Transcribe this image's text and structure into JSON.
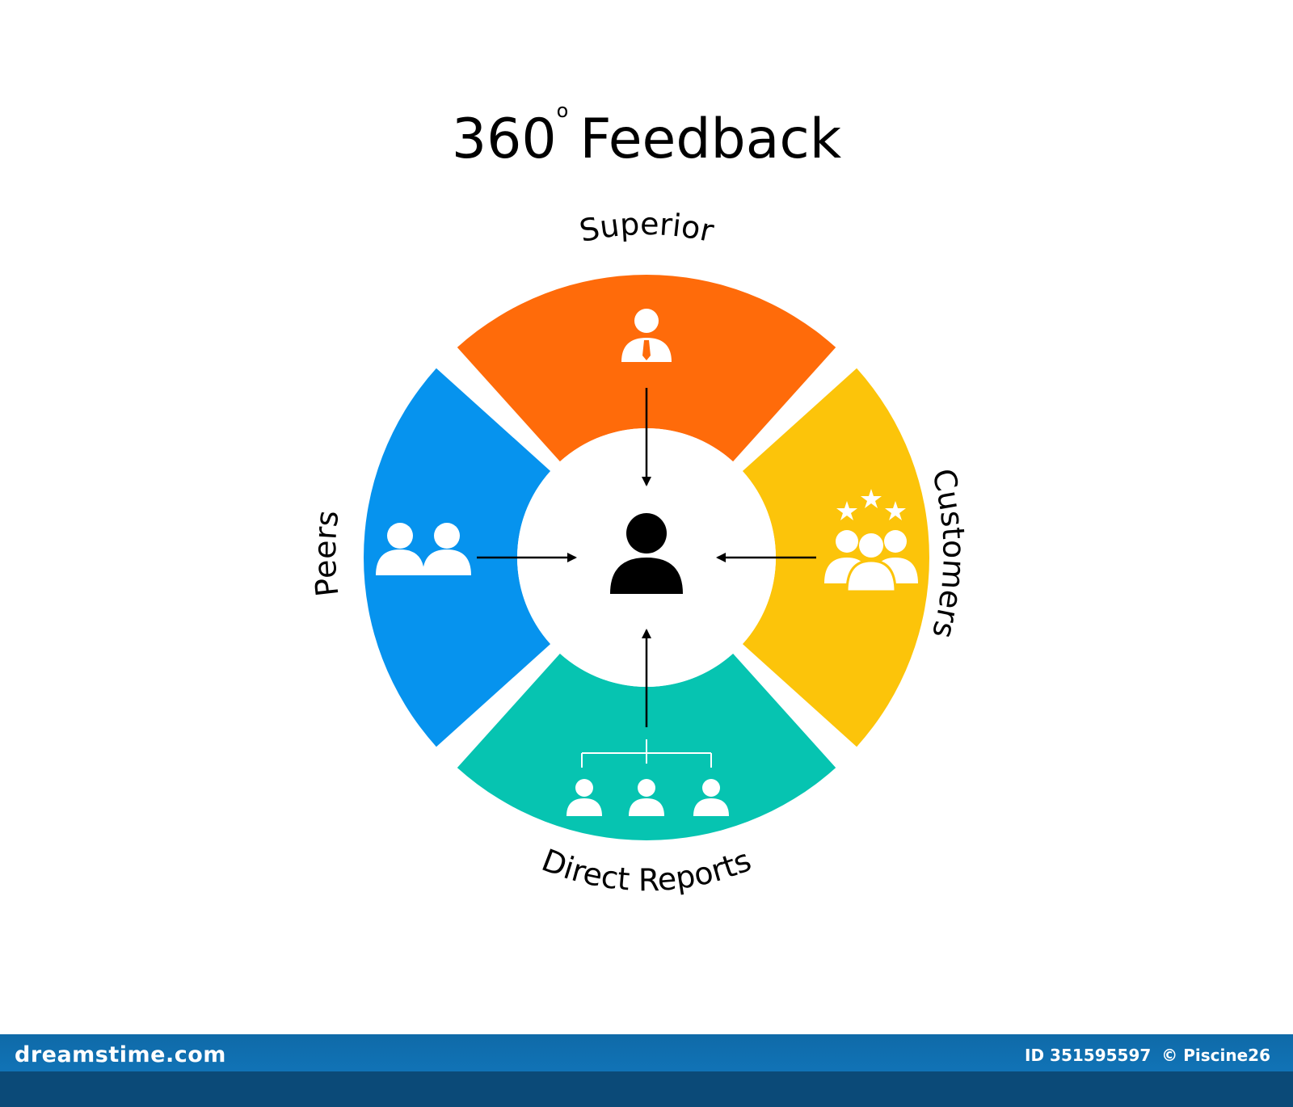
{
  "title": {
    "number": "360",
    "degree": "o",
    "text": "Feedback"
  },
  "center_icon": "person-icon",
  "segments": [
    {
      "label": "Superior",
      "color": "#ff6b0a",
      "icon": "superior-person-icon"
    },
    {
      "label": "Customers",
      "color": "#fcc40a",
      "icon": "customers-rating-icon"
    },
    {
      "label": "Direct Reports",
      "color": "#06c4b1",
      "icon": "direct-reports-org-icon"
    },
    {
      "label": "Peers",
      "color": "#0693ee",
      "icon": "peers-icon"
    }
  ],
  "footer": {
    "brand": "dreamstime.com",
    "id_text": "ID 351595597",
    "author": "© Piscine26",
    "bar_color": "#0f6aa8"
  }
}
